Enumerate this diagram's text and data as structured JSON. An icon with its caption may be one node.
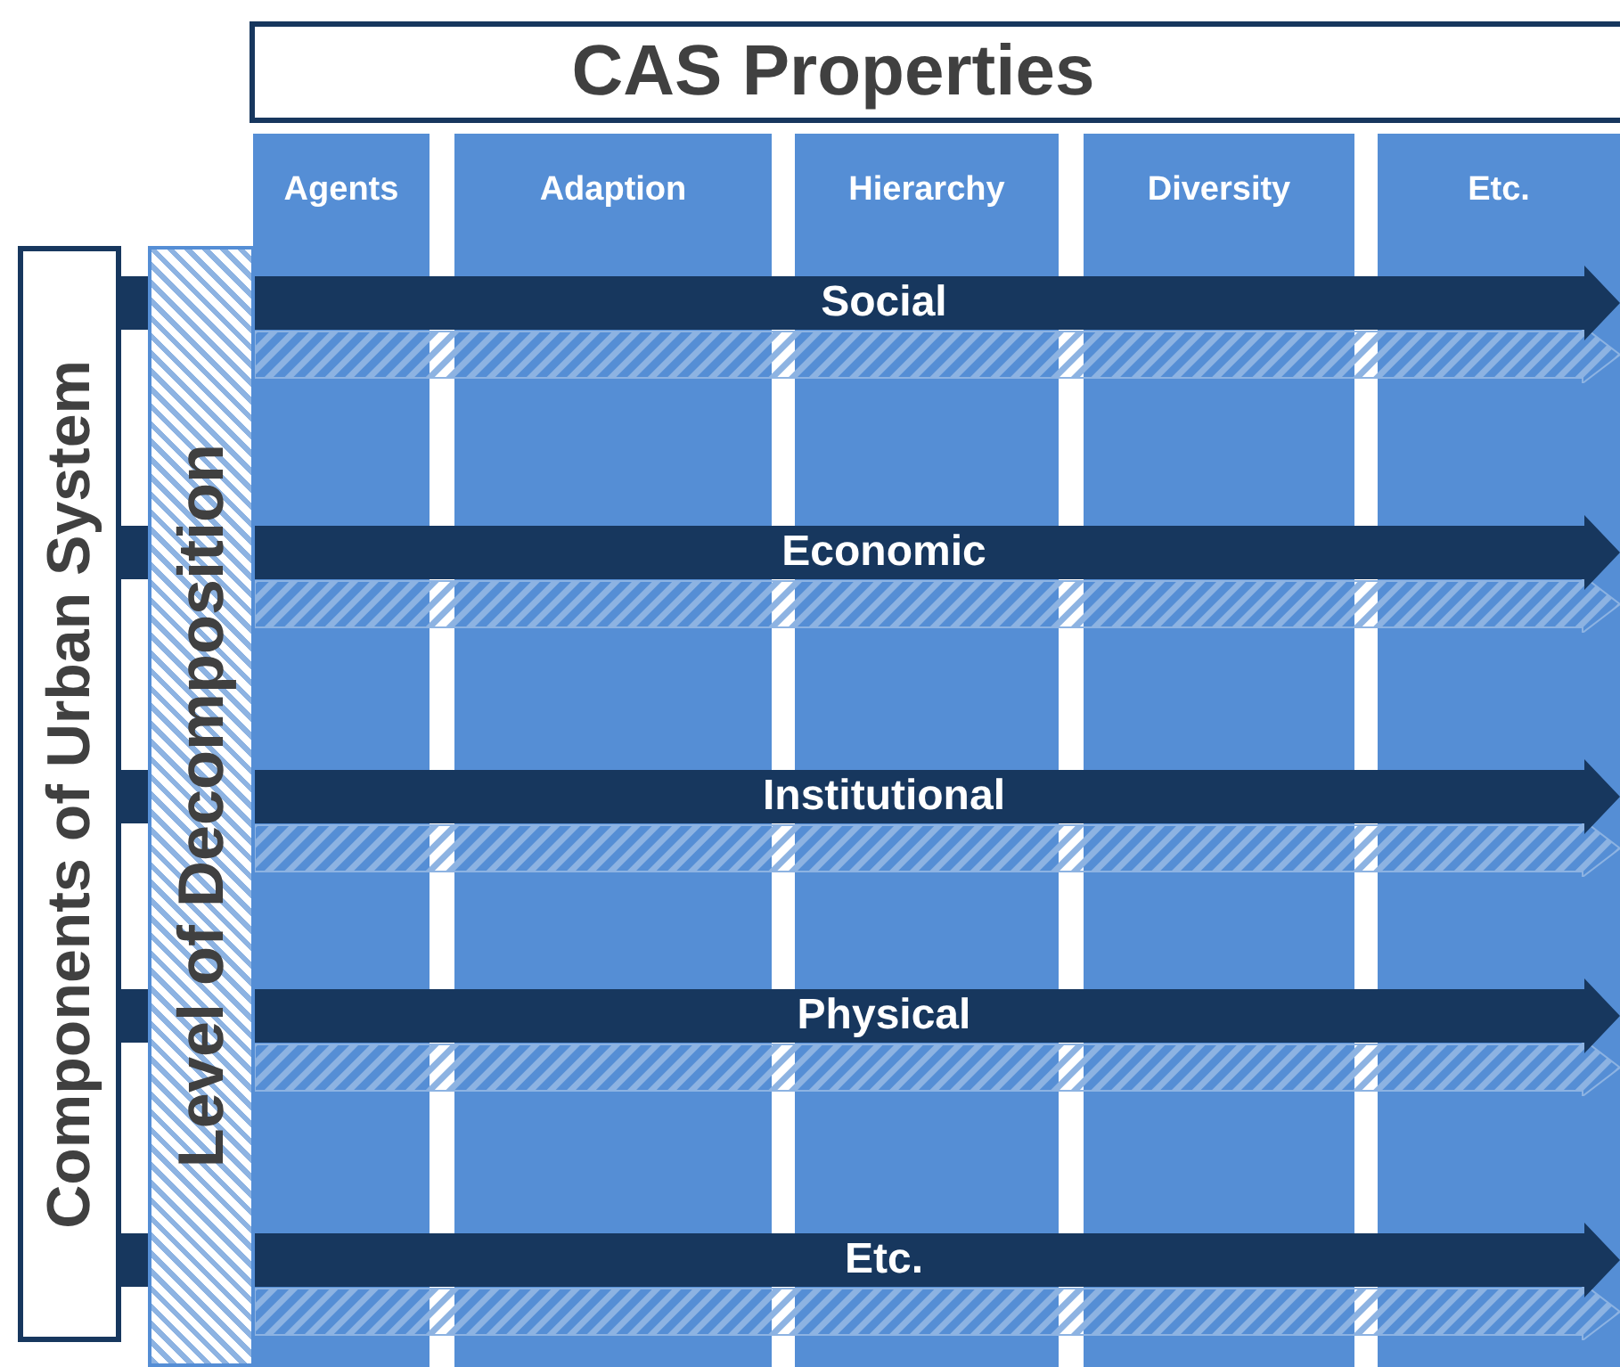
{
  "diagram": {
    "nodes": [
      {
        "text": [
          "CAS Properties"
        ]
      },
      {
        "text": [
          "Agents"
        ]
      },
      {
        "text": [
          "Adaption"
        ]
      },
      {
        "text": [
          "Hierarchy"
        ]
      },
      {
        "text": [
          "Diversity"
        ]
      },
      {
        "text": [
          "Etc."
        ]
      },
      {
        "text": [
          "Components of Urban System"
        ]
      },
      {
        "text": [
          "Level of Decomposition"
        ]
      },
      {
        "text": [
          "Social"
        ]
      },
      {
        "text": [
          "Economic"
        ]
      },
      {
        "text": [
          "Institutional"
        ]
      },
      {
        "text": [
          "Physical"
        ]
      },
      {
        "text": [
          "Etc."
        ]
      }
    ]
  }
}
